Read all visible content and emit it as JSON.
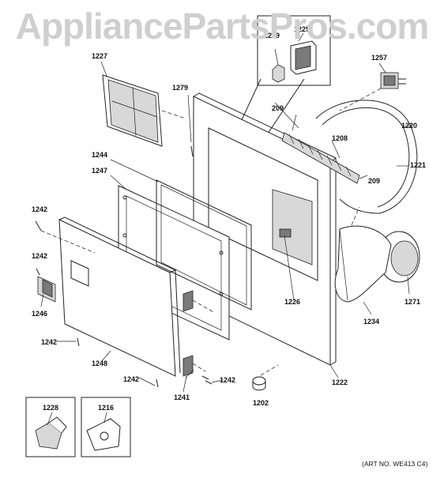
{
  "watermark": "AppliancePartsPros.com",
  "art_number": "(ART NO. WE413 C4)",
  "callouts": {
    "c1227": "1227",
    "c1249": "1249",
    "c1225": "1225",
    "c1257": "1257",
    "c1279": "1279",
    "c209a": "209",
    "c209b": "209",
    "c1220": "1220",
    "c1208": "1208",
    "c1221": "1221",
    "c1244": "1244",
    "c1247": "1247",
    "c1242a": "1242",
    "c1242b": "1242",
    "c1242c": "1242",
    "c1242d": "1242",
    "c1242e": "1242",
    "c1226": "1226",
    "c1271": "1271",
    "c1246": "1246",
    "c1234": "1234",
    "c1248": "1248",
    "c1241": "1241",
    "c1222": "1222",
    "c1202": "1202",
    "c1228": "1228",
    "c1216": "1216"
  }
}
